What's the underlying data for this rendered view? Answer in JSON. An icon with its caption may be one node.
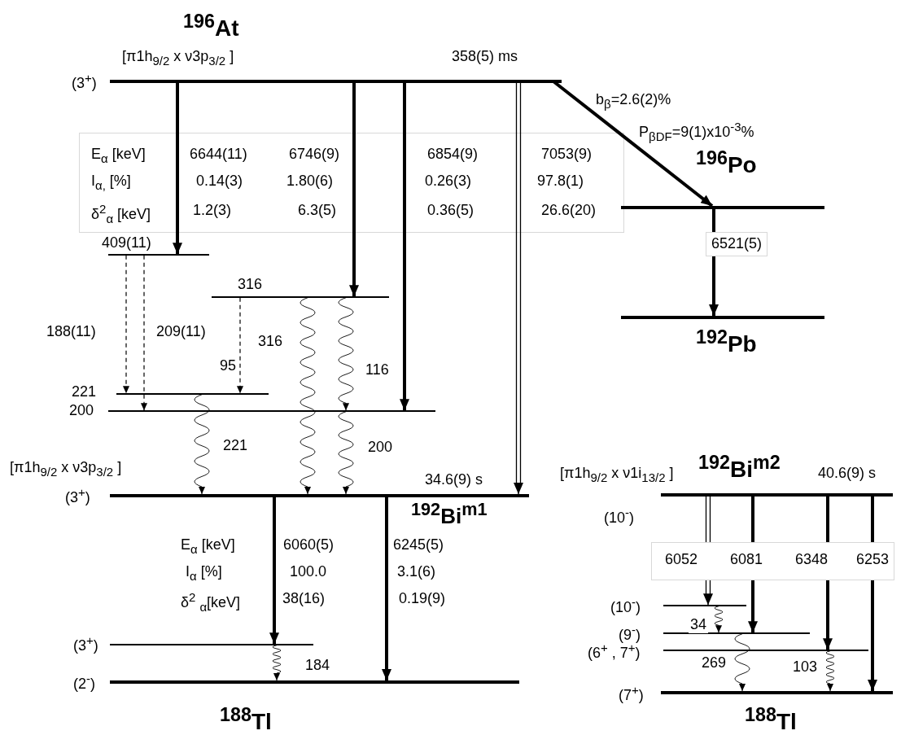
{
  "diagram": {
    "nodes": [
      {
        "text": [],
        "shape": "bar",
        "beside": [
          "$^{196}$At",
          "[π1h$_{9/2}$ x ν3p$_{3/2}$ ]",
          "358(5) ms",
          "(3$^{+}$)"
        ]
      },
      {
        "text": [],
        "shape": "bar",
        "beside": [
          "409(11)"
        ]
      },
      {
        "text": [],
        "shape": "bar",
        "beside": [
          "316"
        ]
      },
      {
        "text": [],
        "shape": "bar",
        "beside": [
          "221"
        ]
      },
      {
        "text": [],
        "shape": "bar",
        "beside": [
          "200"
        ]
      },
      {
        "text": [],
        "shape": "bar",
        "beside": [
          "[π1h$_{9/2}$ x ν3p$_{3/2}$ ]",
          "34.6(9) s",
          "(3$^{+}$)",
          "$^{192}$Bi$^{m1}$"
        ]
      },
      {
        "text": [],
        "shape": "bar",
        "beside": [
          "(3$^{+}$)"
        ]
      },
      {
        "text": [],
        "shape": "bar",
        "beside": [
          "(2$^{-}$)",
          "$^{188}$Tl"
        ]
      },
      {
        "text": [],
        "shape": "bar",
        "beside": [
          "$^{196}$Po"
        ]
      },
      {
        "text": [],
        "shape": "bar",
        "beside": [
          "$^{192}$Pb"
        ]
      },
      {
        "text": [],
        "shape": "bar",
        "beside": [
          "$^{192}$Bi$^{m2}$",
          "[π1h$_{9/2}$ x ν1i$_{13/2}$ ]",
          "40.6(9) s",
          "(10$^{-}$)"
        ]
      },
      {
        "text": [],
        "shape": "bar",
        "beside": [
          "(10$^{-}$)"
        ]
      },
      {
        "text": [],
        "shape": "bar",
        "beside": [
          "(9$^{-}$)"
        ]
      },
      {
        "text": [],
        "shape": "bar",
        "beside": [
          "(6$^{+}$ , 7$^{+}$)"
        ]
      },
      {
        "text": [],
        "shape": "bar",
        "beside": [
          "(7$^{+}$)",
          "$^{188}$Tl"
        ]
      }
    ],
    "edges": [
      {
        "from": 0,
        "to": 1,
        "arrow": "to",
        "style": "thick"
      },
      {
        "from": 0,
        "to": 2,
        "arrow": "to",
        "style": "thick"
      },
      {
        "from": 0,
        "to": 4,
        "arrow": "to",
        "style": "thick"
      },
      {
        "from": 0,
        "to": 5,
        "arrow": "to"
      },
      {
        "from": 0,
        "to": 8,
        "arrow": "to",
        "style": "thick",
        "label": "b$_{β}$=2.6(2)%"
      },
      {
        "from": 8,
        "to": 9,
        "arrow": "to",
        "style": "thick",
        "label": "6521(5)"
      },
      {
        "from": 1,
        "to": 3,
        "arrow": "to",
        "style": "dashed",
        "label": "188(11)"
      },
      {
        "from": 1,
        "to": 4,
        "arrow": "to",
        "style": "dashed",
        "label": "209(11)"
      },
      {
        "from": 2,
        "to": 3,
        "arrow": "to",
        "style": "dashed",
        "label": "95"
      },
      {
        "from": 2,
        "to": 5,
        "arrow": "to",
        "label": "316"
      },
      {
        "from": 2,
        "to": 4,
        "arrow": "to",
        "label": "116"
      },
      {
        "from": 3,
        "to": 5,
        "arrow": "to",
        "label": "221"
      },
      {
        "from": 4,
        "to": 5,
        "arrow": "to",
        "label": "200"
      },
      {
        "from": 5,
        "to": 6,
        "arrow": "to",
        "style": "thick"
      },
      {
        "from": 5,
        "to": 7,
        "arrow": "to",
        "style": "thick"
      },
      {
        "from": 6,
        "to": 7,
        "arrow": "to",
        "label": "184"
      },
      {
        "from": 10,
        "to": 11,
        "arrow": "to",
        "label": "6052"
      },
      {
        "from": 10,
        "to": 12,
        "arrow": "to",
        "style": "thick",
        "label": "6081"
      },
      {
        "from": 10,
        "to": 13,
        "arrow": "to",
        "style": "thick",
        "label": "6348"
      },
      {
        "from": 10,
        "to": 14,
        "arrow": "to",
        "style": "thick",
        "label": "6253"
      },
      {
        "from": 11,
        "to": 12,
        "arrow": "to",
        "label": "34"
      },
      {
        "from": 12,
        "to": 14,
        "arrow": "to",
        "label": "269"
      },
      {
        "from": 13,
        "to": 14,
        "arrow": "to",
        "label": "103"
      }
    ],
    "labels": [
      "P$_{βDF}$=9(1)x10$^{-3}$%",
      "E$_{α}$ [keV]",
      "6644(11)",
      "6746(9)",
      "6854(9)",
      "7053(9)",
      "I$_{α,}$ [%]",
      "0.14(3)",
      "1.80(6)",
      "0.26(3)",
      "97.8(1)",
      "δ$^{2}$$_{α}$ [keV]",
      "1.2(3)",
      "6.3(5)",
      "0.36(5)",
      "26.6(20)",
      "E$_{α}$ [keV]",
      "6060(5)",
      "6245(5)",
      "I$_{α}$ [%]",
      "100.0",
      "3.1(6)",
      "δ$^{2}$ $_{α}$[keV]",
      "38(16)",
      "0.19(9)"
    ]
  }
}
